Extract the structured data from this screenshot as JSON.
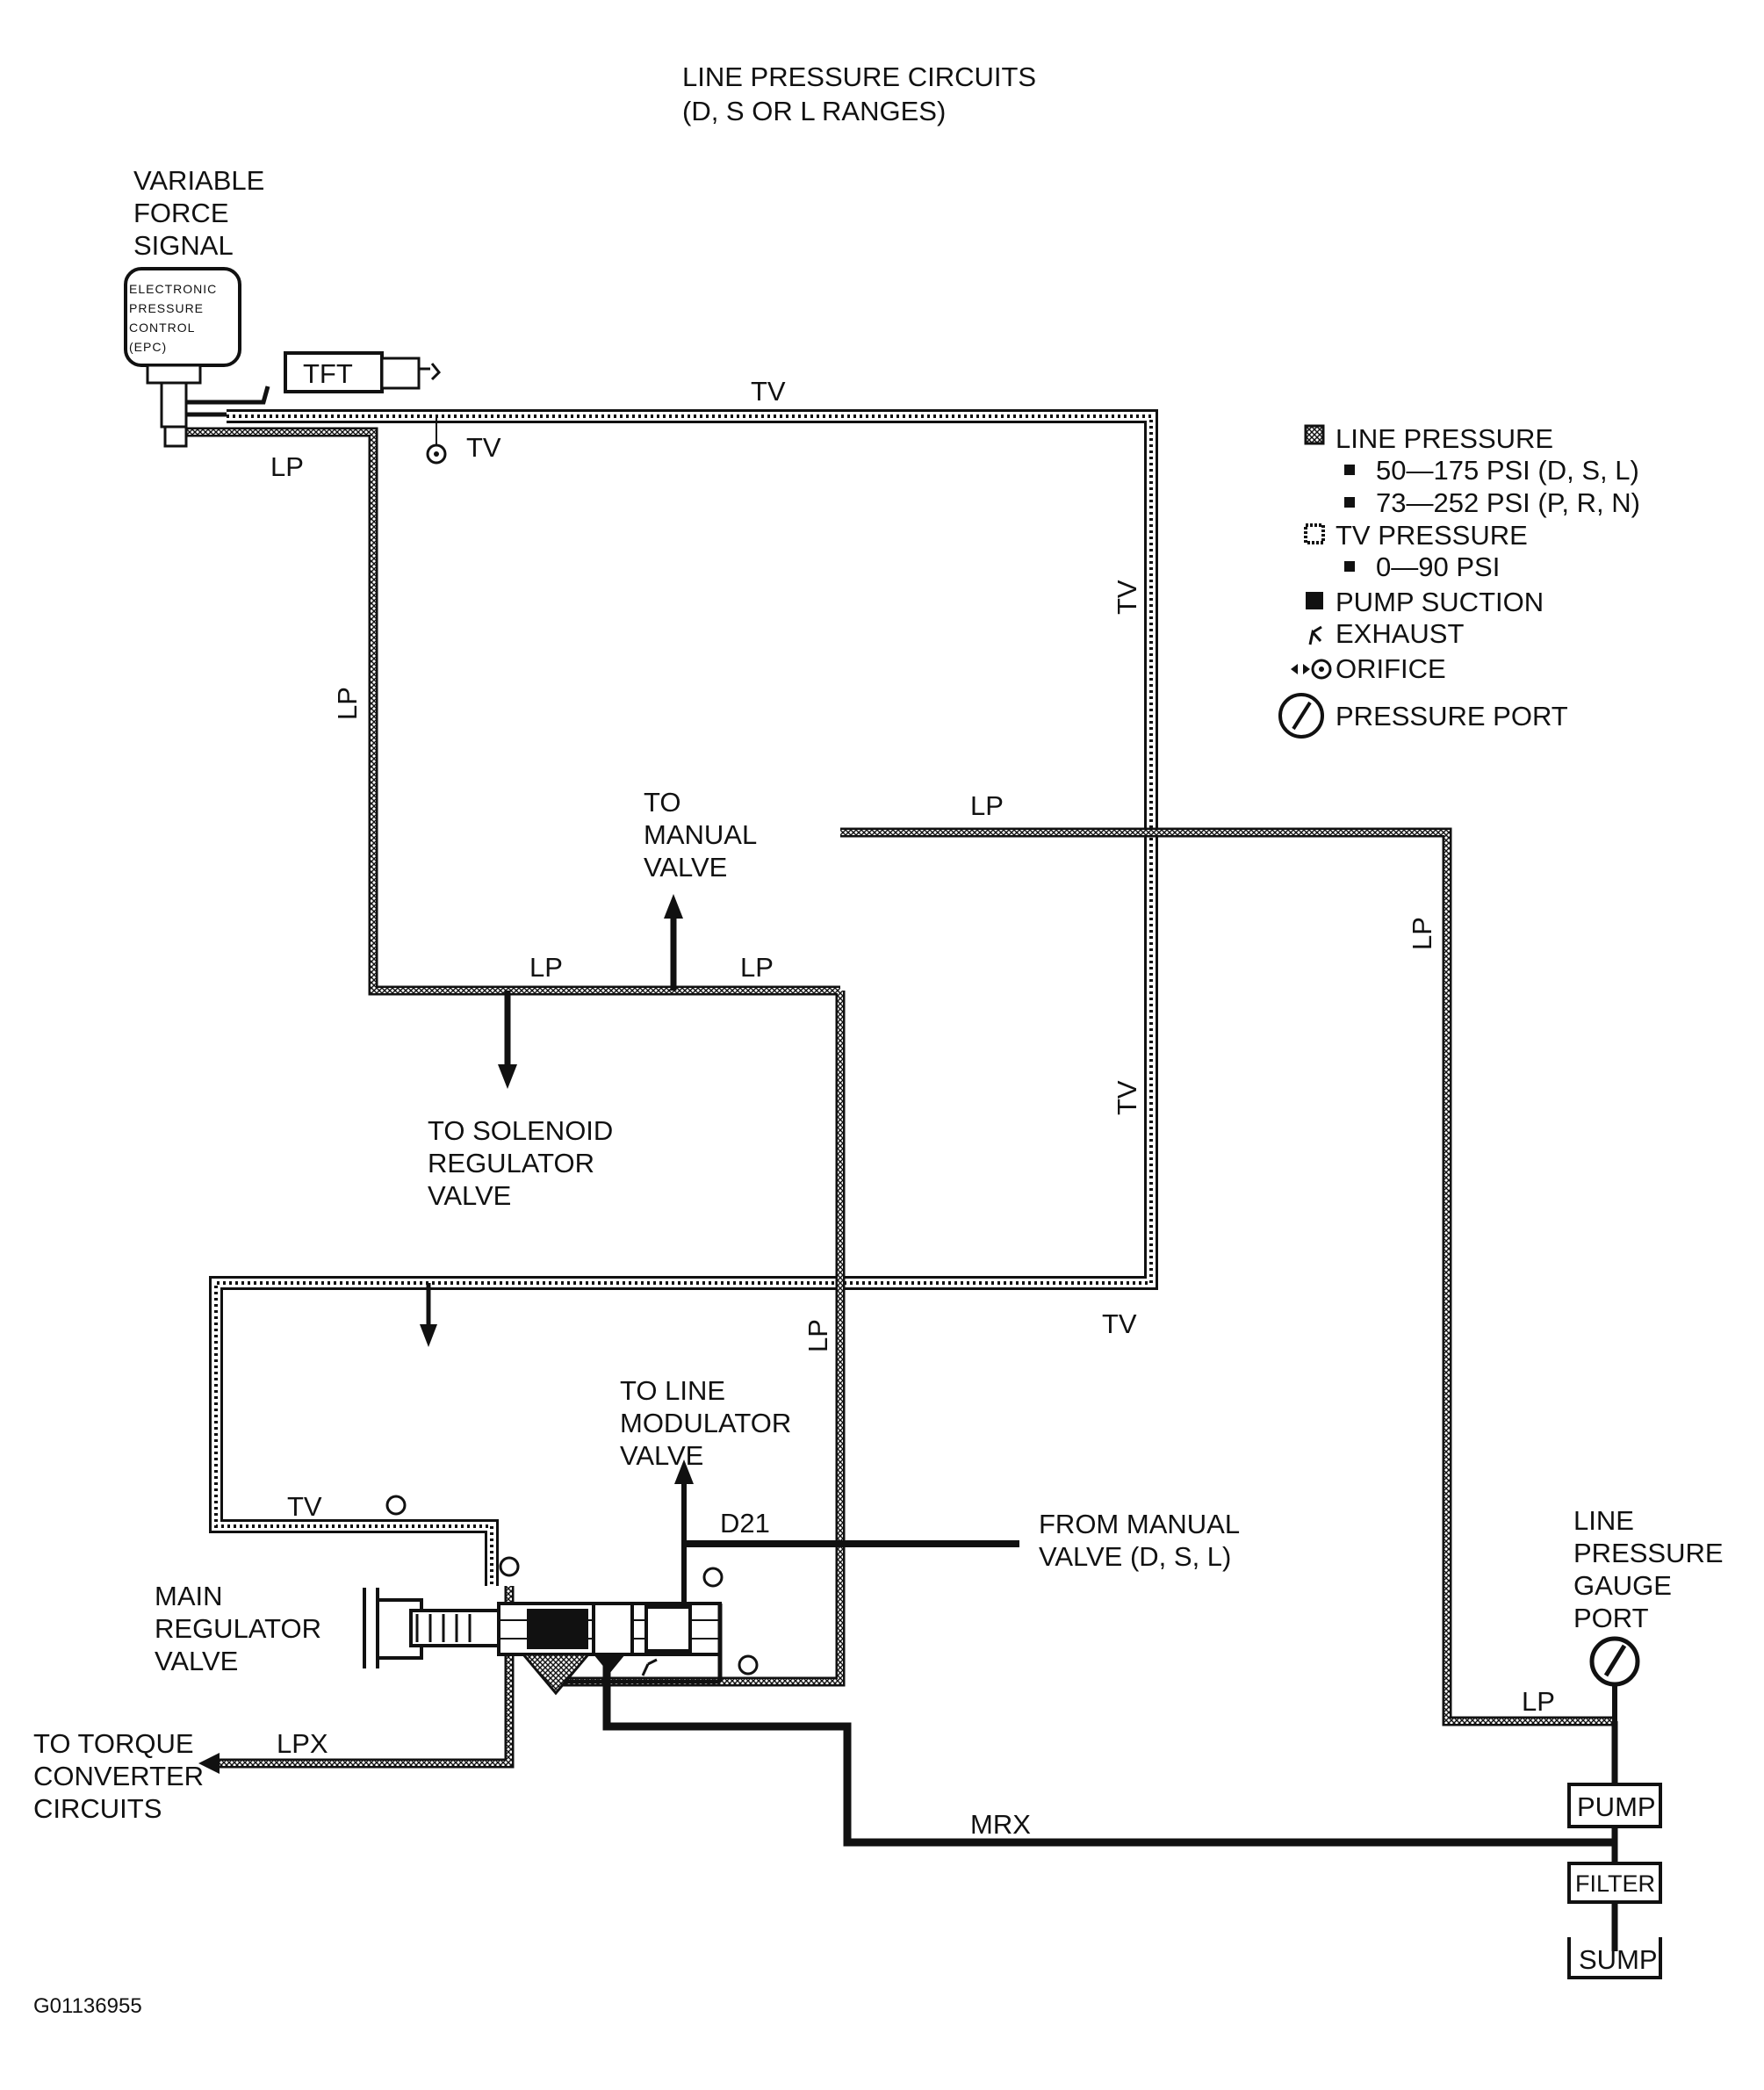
{
  "title": {
    "line1": "LINE PRESSURE CIRCUITS",
    "line2": "(D, S OR L RANGES)"
  },
  "epc": {
    "signal": [
      "VARIABLE",
      "FORCE",
      "SIGNAL"
    ],
    "box": [
      "ELECTRONIC",
      "PRESSURE",
      "CONTROL",
      "(EPC)"
    ]
  },
  "tft": "TFT",
  "line_labels": {
    "lp": "LP",
    "tv": "TV",
    "lpx": "LPX",
    "mrx": "MRX",
    "d21": "D21"
  },
  "destinations": {
    "manual_valve": [
      "TO",
      "MANUAL",
      "VALVE"
    ],
    "solenoid_regulator": [
      "TO SOLENOID",
      "REGULATOR",
      "VALVE"
    ],
    "line_modulator": [
      "TO LINE",
      "MODULATOR",
      "VALVE"
    ],
    "from_manual": [
      "FROM MANUAL",
      "VALVE (D, S, L)"
    ],
    "torque_converter": [
      "TO TORQUE",
      "CONVERTER",
      "CIRCUITS"
    ],
    "main_regulator": [
      "MAIN",
      "REGULATOR",
      "VALVE"
    ],
    "gauge_port": [
      "LINE",
      "PRESSURE",
      "GAUGE",
      "PORT"
    ]
  },
  "components": {
    "pump": "PUMP",
    "filter": "FILTER",
    "sump": "SUMP"
  },
  "legend": {
    "line_pressure": "LINE PRESSURE",
    "lp_range1": "50—175 PSI (D, S, L)",
    "lp_range2": "73—252 PSI (P, R, N)",
    "tv_pressure": "TV PRESSURE",
    "tv_range": "0—90 PSI",
    "pump_suction": "PUMP SUCTION",
    "exhaust": "EXHAUST",
    "orifice": "ORIFICE",
    "pressure_port": "PRESSURE PORT"
  },
  "figure_id": "G01136955",
  "colors": {
    "ink": "#111111",
    "background": "#ffffff"
  }
}
